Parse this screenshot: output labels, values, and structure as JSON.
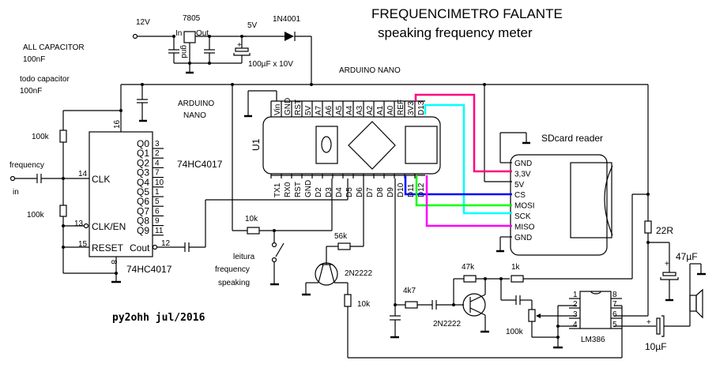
{
  "title": {
    "line1": "FREQUENCIMETRO FALANTE",
    "line2": "speaking frequency meter"
  },
  "notes": {
    "en_line1": "ALL CAPACITOR",
    "en_line2": "100nF",
    "pt_line1": "todo capacitor",
    "pt_line2": "100nF",
    "author": "py2ohh jul/2016"
  },
  "power": {
    "input_label": "12V",
    "regulator": "7805",
    "reg_in": "In",
    "reg_out": "Out",
    "reg_gnd": "gnd",
    "rail_label": "5V",
    "diode": "1N4001",
    "bulk_cap": "100µF x 10V",
    "plus": "+"
  },
  "arduino": {
    "label_top": "ARDUINO NANO",
    "label_left_1": "ARDUINO",
    "label_left_2": "NANO",
    "ref": "U1",
    "top_pins": [
      "Vin",
      "GND",
      "RST",
      "5V",
      "A7",
      "A6",
      "A5",
      "A4",
      "A3",
      "A2",
      "A1",
      "A0",
      "REF",
      "3V3",
      "D13"
    ],
    "bottom_pins": [
      "TX1",
      "RX0",
      "RST",
      "GND",
      "D2",
      "D3",
      "D4",
      "D5",
      "D6",
      "D7",
      "D8",
      "D9",
      "D10",
      "D11",
      "D12"
    ]
  },
  "counter": {
    "name": "74HC4017",
    "name_bottom": "74HC4017",
    "outputs": [
      {
        "label": "Q0",
        "pin": "3"
      },
      {
        "label": "Q1",
        "pin": "2"
      },
      {
        "label": "Q2",
        "pin": "4"
      },
      {
        "label": "Q3",
        "pin": "7"
      },
      {
        "label": "Q4",
        "pin": "10"
      },
      {
        "label": "Q5",
        "pin": "1"
      },
      {
        "label": "Q6",
        "pin": "5"
      },
      {
        "label": "Q7",
        "pin": "6"
      },
      {
        "label": "Q8",
        "pin": "9"
      },
      {
        "label": "Q9",
        "pin": "11"
      }
    ],
    "clk": {
      "label": "CLK",
      "pin": "14"
    },
    "clken": {
      "label": "CLK/EN",
      "pin": "13"
    },
    "reset": {
      "label": "RESET",
      "pin": "15"
    },
    "cout": {
      "label": "Cout",
      "pin": "12"
    },
    "vcc_pin": "16",
    "gnd_pin": "8",
    "r_top": "100k",
    "r_bottom": "100k",
    "input_label_1": "frequency",
    "input_label_2": "in"
  },
  "switch": {
    "resistor": "10k",
    "label_1": "leitura",
    "label_2": "frequency",
    "label_3": "speaking"
  },
  "driver": {
    "base_resistor": "56k",
    "transistor": "2N2222",
    "collector_resistor": "10k"
  },
  "preamp": {
    "input_resistor": "4k7",
    "feedback_resistor": "47k",
    "transistor": "2N2222",
    "series_resistor": "1k",
    "pot": "100k"
  },
  "amp": {
    "ic": "LM386",
    "pins_left": [
      "1",
      "2",
      "3",
      "4"
    ],
    "pins_right": [
      "8",
      "7",
      "6",
      "5"
    ],
    "supply_resistor": "22R",
    "supply_cap": "47µF",
    "output_cap": "10µF",
    "plus": "+"
  },
  "sdcard": {
    "label": "SDcard reader",
    "pins": [
      "GND",
      "3,3V",
      "5V",
      "CS",
      "MOSI",
      "SCK",
      "MISO",
      "GND"
    ]
  },
  "colors": {
    "wire": "#000000",
    "spi_3v3": "#ff0080",
    "spi_sck": "#00ffff",
    "spi_cs": "#0000ff",
    "spi_mosi": "#00ff00",
    "spi_miso": "#ff00ff"
  }
}
